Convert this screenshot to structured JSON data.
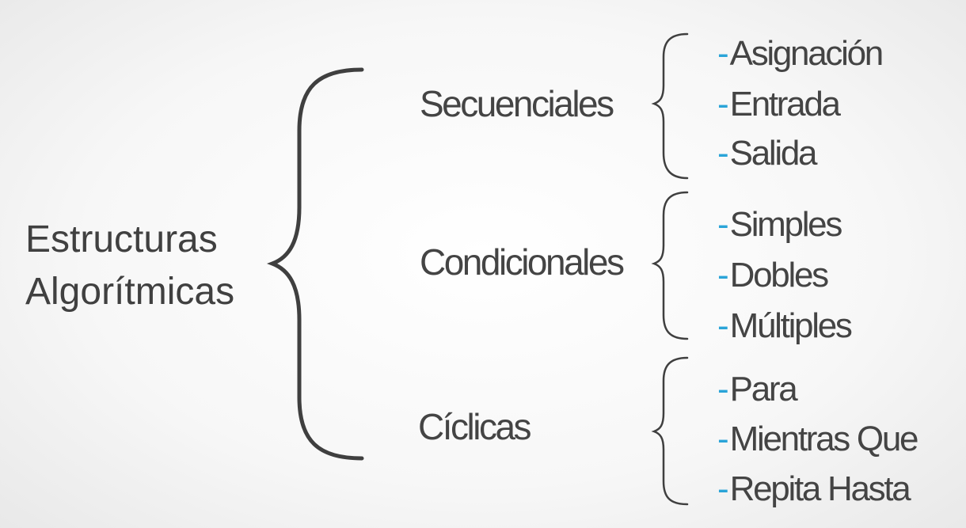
{
  "title": {
    "line1": "Estructuras",
    "line2": "Algorítmicas"
  },
  "accent_color": "#2aa4d8",
  "text_color": "#444444",
  "groups": [
    {
      "label": "Secuenciales",
      "items": [
        "Asignación",
        "Entrada",
        "Salida"
      ]
    },
    {
      "label": "Condicionales",
      "items": [
        "Simples",
        "Dobles",
        "Múltiples"
      ]
    },
    {
      "label": "Cíclicas",
      "items": [
        "Para",
        "Mientras Que",
        "Repita Hasta"
      ]
    }
  ],
  "item_prefix": "-"
}
